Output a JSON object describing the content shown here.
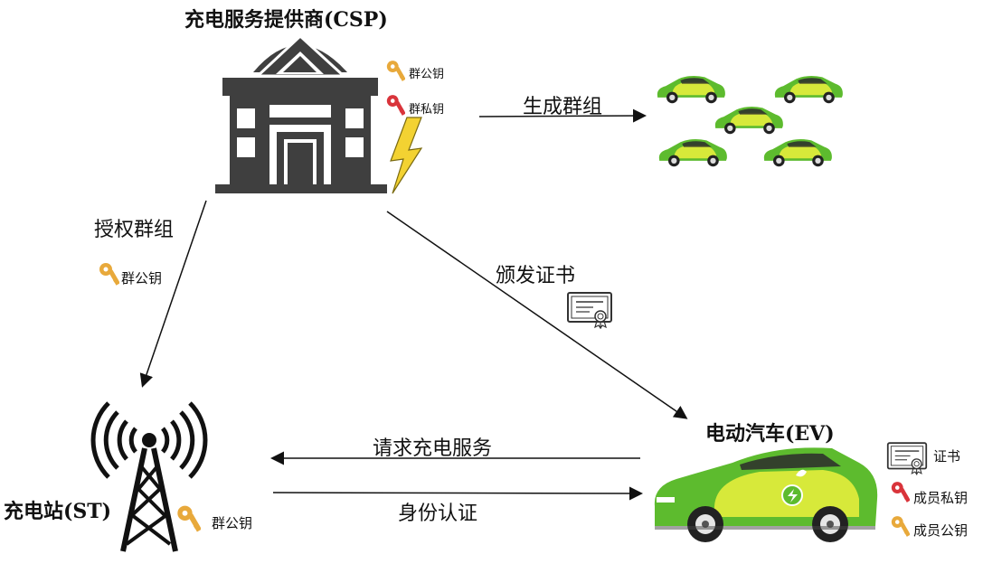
{
  "csp": {
    "title": "充电服务提供商(CSP)",
    "keys": [
      {
        "label": "群公钥",
        "icon": "gold-key-icon"
      },
      {
        "label": "群私钥",
        "icon": "red-key-icon"
      }
    ]
  },
  "group": {
    "arrow_label": "生成群组",
    "vehicle_count": 5
  },
  "authorize": {
    "arrow_label": "授权群组",
    "key_label": "群公钥"
  },
  "certificate": {
    "arrow_label": "颁发证书"
  },
  "ev": {
    "title": "电动汽车(EV)",
    "items": [
      {
        "label": "证书",
        "icon": "certificate-icon"
      },
      {
        "label": "成员私钥",
        "icon": "red-key-icon"
      },
      {
        "label": "成员公钥",
        "icon": "gold-key-icon"
      }
    ]
  },
  "st": {
    "title": "充电站(ST)",
    "key_label": "群公钥"
  },
  "flows": {
    "request": "请求充电服务",
    "auth": "身份认证"
  },
  "colors": {
    "building": "#3f3f3f",
    "car_green": "#5dbb2e",
    "car_yellow": "#d7e93a",
    "gold_key": "#e8a93b",
    "red_key": "#d9343b",
    "bolt": "#f3d232"
  }
}
